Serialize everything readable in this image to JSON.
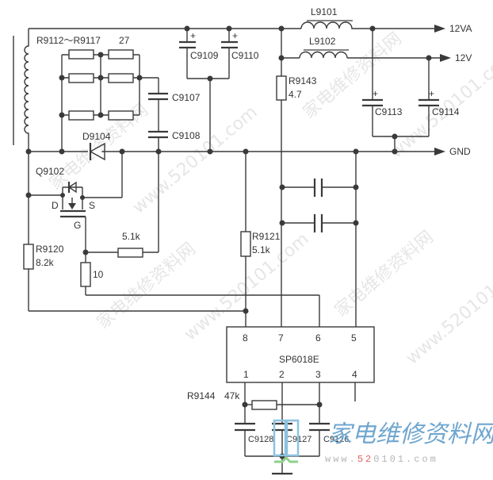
{
  "diagram": {
    "type": "circuit-schematic",
    "description": "Secondary power supply rectification with SP6018E synchronous rectifier controller"
  },
  "components": {
    "resistor_array": {
      "label": "R9112～R9117",
      "value": "27"
    },
    "c9107": {
      "label": "C9107"
    },
    "c9108": {
      "label": "C9108"
    },
    "c9109": {
      "label": "C9109",
      "polarity": "+"
    },
    "c9110": {
      "label": "C9110",
      "polarity": "+"
    },
    "l9101": {
      "label": "L9101"
    },
    "l9102": {
      "label": "L9102"
    },
    "r9143": {
      "label": "R9143",
      "value": "4.7"
    },
    "c9113": {
      "label": "C9113",
      "polarity": "+"
    },
    "c9114": {
      "label": "C9114",
      "polarity": "+"
    },
    "d9104": {
      "label": "D9104"
    },
    "q9102": {
      "label": "Q9102",
      "pin_d": "D",
      "pin_s": "S",
      "pin_g": "G"
    },
    "r_gate_series": {
      "value": "5.1k"
    },
    "r_gate_pull": {
      "value": "10"
    },
    "r9120": {
      "label": "R9120",
      "value": "8.2k"
    },
    "r9121": {
      "label": "R9121",
      "value": "5.1k"
    },
    "r9144": {
      "label": "R9144",
      "value": "47k"
    },
    "c9126": {
      "label": "C9126"
    },
    "c9127": {
      "label": "C9127"
    },
    "c9128": {
      "label": "C9128"
    },
    "ic": {
      "label": "SP6018E",
      "pins_top": [
        "8",
        "7",
        "6",
        "5"
      ],
      "pins_bottom": [
        "1",
        "2",
        "3",
        "4"
      ]
    }
  },
  "outputs": {
    "out_12va": "12VA",
    "out_12v": "12V",
    "out_gnd": "GND"
  },
  "watermark": {
    "diagonal_text": "家电维修资料网",
    "diagonal_url": "www.520101.com",
    "brand_text": "家电维修资料网",
    "brand_url_prefix": "www.",
    "brand_url_red": "52",
    "brand_url_rest": "0101.com",
    "brand_color": "#6fa6cf",
    "brand_red": "#e0625e"
  }
}
